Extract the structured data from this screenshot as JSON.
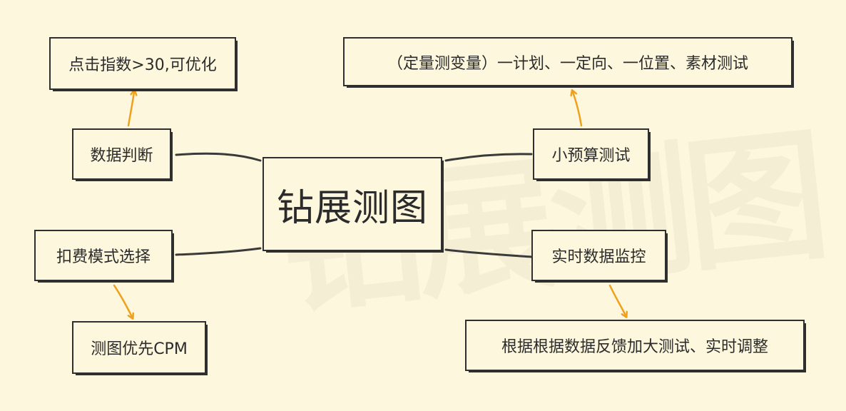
{
  "diagram": {
    "center": "钻展测图",
    "watermark": "钻展测图",
    "left_branches": [
      {
        "label": "数据判断",
        "child": "点击指数>30,可优化"
      },
      {
        "label": "扣费模式选择",
        "child": "测图优先CPM"
      }
    ],
    "right_branches": [
      {
        "label": "小预算测试",
        "child": "（定量测变量）一计划、一定向、一位置、素材测试"
      },
      {
        "label": "实时数据监控",
        "child": "根据根据数据反馈加大测试、实时调整"
      }
    ]
  },
  "colors": {
    "background": "#fdf7dd",
    "box_border": "#2f2f2f",
    "connector": "#3a3a3a",
    "arrow": "#f0a11b"
  }
}
